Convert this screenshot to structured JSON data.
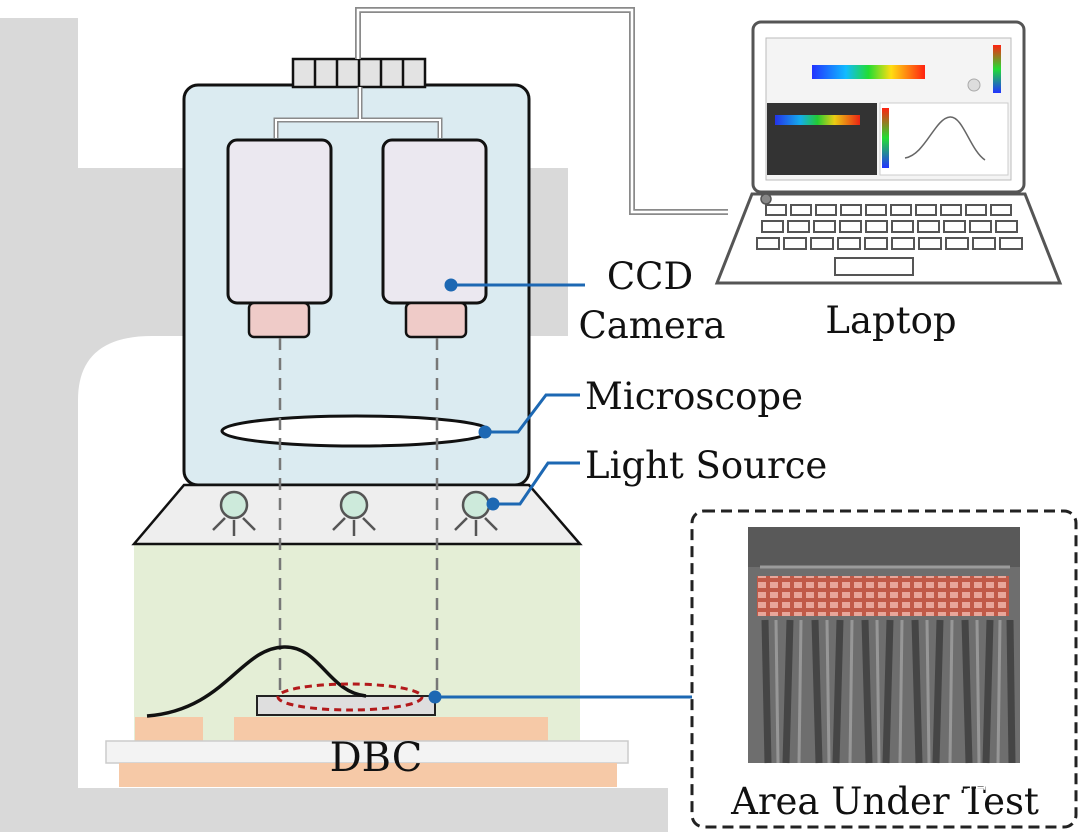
{
  "labels": {
    "ccd_camera_line1": "CCD",
    "ccd_camera_line2": "Camera",
    "laptop": "Laptop",
    "microscope": "Microscope",
    "light_source": "Light Source",
    "dbc": "DBC",
    "area_under_test": "Area Under Test"
  },
  "watermark": {
    "text": "新拓三维",
    "icon": "wechat-icon"
  },
  "colors": {
    "stand": "#d9d9d9",
    "camera_housing": "#dbebf1",
    "camera_body": "#ebe8f0",
    "lens": "#efcbc8",
    "light_hood": "#eeeeee",
    "light_bulb": "#cdeadb",
    "stage_area": "#e4eed6",
    "copper": "#f6c9a7",
    "baseplate": "#f3f3f3",
    "callout_line": "#1d68b3",
    "dashed_ellipse": "#b3191b",
    "inset_pattern": "#c05a48"
  }
}
